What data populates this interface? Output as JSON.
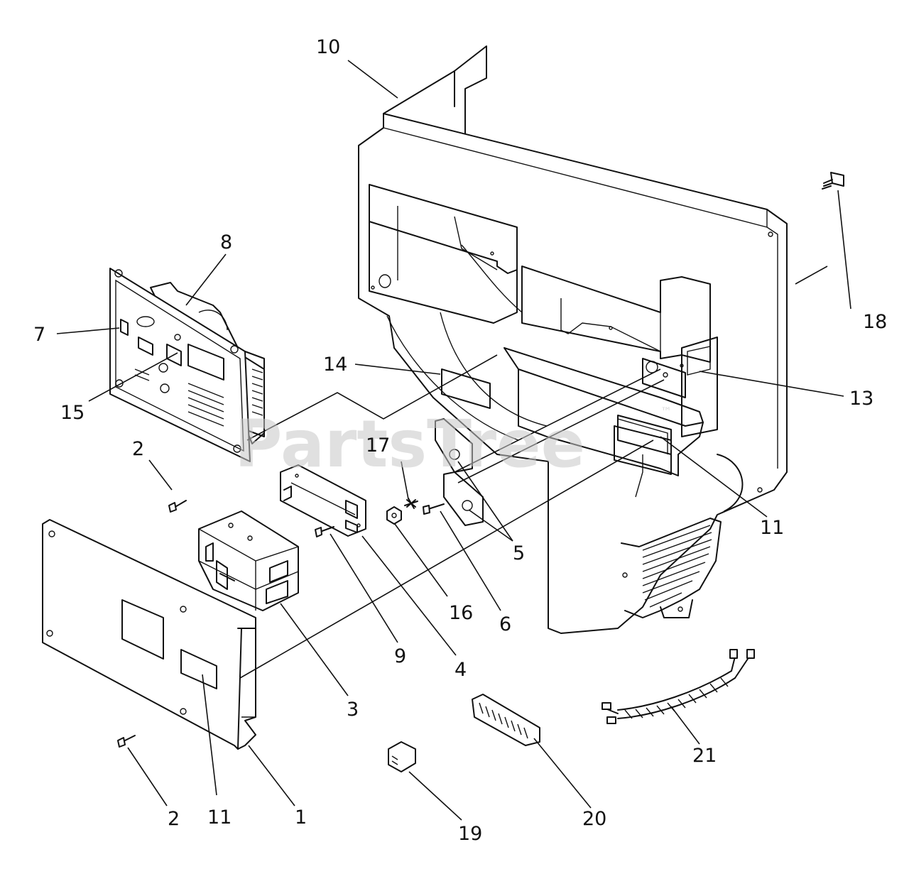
{
  "watermark": {
    "text": "PartsTree",
    "mark": "™"
  },
  "callouts": [
    {
      "id": "c10",
      "label": "10"
    },
    {
      "id": "c8",
      "label": "8"
    },
    {
      "id": "c7",
      "label": "7"
    },
    {
      "id": "c15",
      "label": "15"
    },
    {
      "id": "c14",
      "label": "14"
    },
    {
      "id": "c18",
      "label": "18"
    },
    {
      "id": "c13",
      "label": "13"
    },
    {
      "id": "c2a",
      "label": "2"
    },
    {
      "id": "c17",
      "label": "17"
    },
    {
      "id": "c11a",
      "label": "11"
    },
    {
      "id": "c5",
      "label": "5"
    },
    {
      "id": "c16",
      "label": "16"
    },
    {
      "id": "c6",
      "label": "6"
    },
    {
      "id": "c9",
      "label": "9"
    },
    {
      "id": "c4",
      "label": "4"
    },
    {
      "id": "c3",
      "label": "3"
    },
    {
      "id": "c21",
      "label": "21"
    },
    {
      "id": "c2b",
      "label": "2"
    },
    {
      "id": "c11b",
      "label": "11"
    },
    {
      "id": "c1",
      "label": "1"
    },
    {
      "id": "c20",
      "label": "20"
    },
    {
      "id": "c19",
      "label": "19"
    }
  ]
}
